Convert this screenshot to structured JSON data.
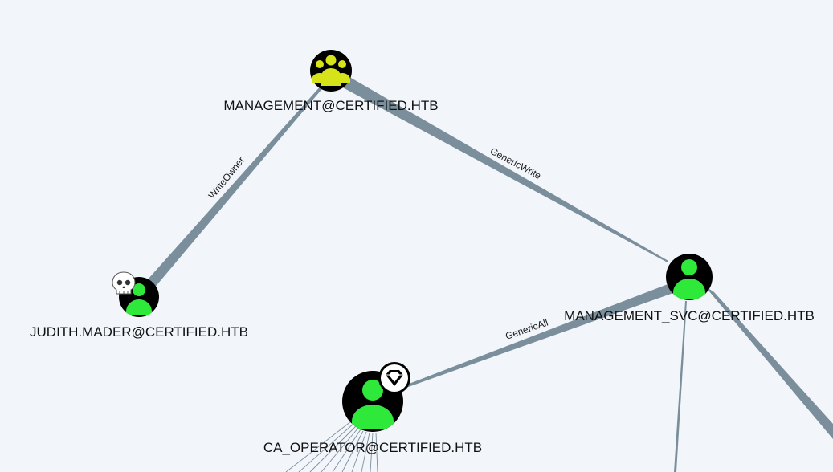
{
  "colors": {
    "background": "#f2f6fb",
    "edge": "#7a8e9c",
    "node_fill": "#000000",
    "group_icon": "#d6e21a",
    "user_icon": "#2ee83a",
    "badge_fill": "#ffffff"
  },
  "nodes": {
    "management": {
      "label": "MANAGEMENT@CERTIFIED.HTB",
      "kind": "group",
      "icon": "group-icon"
    },
    "judith": {
      "label": "JUDITH.MADER@CERTIFIED.HTB",
      "kind": "user",
      "icon": "user-icon",
      "badge": "skull-icon"
    },
    "management_svc": {
      "label": "MANAGEMENT_SVC@CERTIFIED.HTB",
      "kind": "user",
      "icon": "user-icon"
    },
    "ca_operator": {
      "label": "CA_OPERATOR@CERTIFIED.HTB",
      "kind": "user",
      "icon": "user-icon",
      "badge": "diamond-icon"
    }
  },
  "edges": {
    "write_owner": {
      "label": "WriteOwner",
      "from": "judith",
      "to": "management"
    },
    "generic_write": {
      "label": "GenericWrite",
      "from": "management",
      "to": "management_svc"
    },
    "generic_all": {
      "label": "GenericAll",
      "from": "management_svc",
      "to": "ca_operator"
    }
  }
}
